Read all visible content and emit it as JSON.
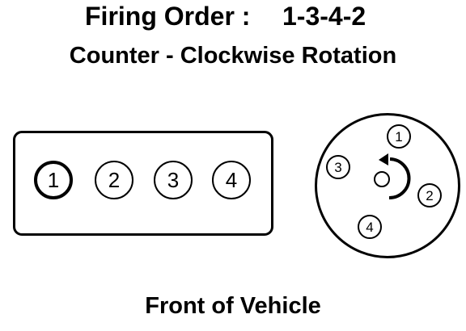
{
  "header": {
    "firing_order_label": "Firing Order :",
    "firing_order_value": "1-3-4-2",
    "rotation": "Counter - Clockwise Rotation"
  },
  "engine_block": {
    "cylinders": [
      "1",
      "2",
      "3",
      "4"
    ]
  },
  "distributor": {
    "posts": [
      "1",
      "2",
      "3",
      "4"
    ],
    "rotation_direction": "counter-clockwise"
  },
  "footer": {
    "label": "Front of Vehicle"
  }
}
